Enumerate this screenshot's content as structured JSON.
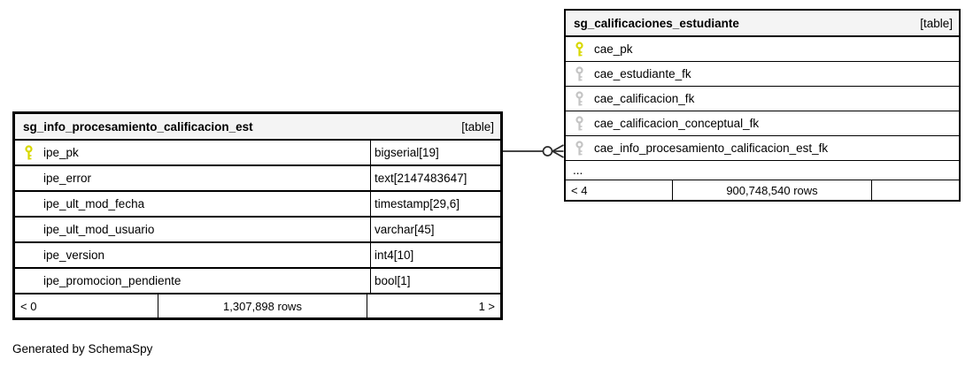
{
  "diagram": {
    "footer_note": "Generated by SchemaSpy"
  },
  "colors": {
    "primary_key": "#d8d800",
    "foreign_key": "#c4c4c4",
    "header_bg": "#f4f4f4",
    "border": "#000000",
    "relation_line": "#2b2b2b"
  },
  "tables": {
    "left": {
      "title": "sg_info_procesamiento_calificacion_est",
      "badge": "[table]",
      "columns": [
        {
          "name": "ipe_pk",
          "type": "bigserial[19]",
          "key": "primary"
        },
        {
          "name": "ipe_error",
          "type": "text[2147483647]",
          "key": "none"
        },
        {
          "name": "ipe_ult_mod_fecha",
          "type": "timestamp[29,6]",
          "key": "none"
        },
        {
          "name": "ipe_ult_mod_usuario",
          "type": "varchar[45]",
          "key": "none"
        },
        {
          "name": "ipe_version",
          "type": "int4[10]",
          "key": "none"
        },
        {
          "name": "ipe_promocion_pendiente",
          "type": "bool[1]",
          "key": "none"
        }
      ],
      "footer": {
        "left": "< 0",
        "center": "1,307,898 rows",
        "right": "1 >"
      }
    },
    "right": {
      "title": "sg_calificaciones_estudiante",
      "badge": "[table]",
      "columns": [
        {
          "name": "cae_pk",
          "key": "primary"
        },
        {
          "name": "cae_estudiante_fk",
          "key": "foreign"
        },
        {
          "name": "cae_calificacion_fk",
          "key": "foreign"
        },
        {
          "name": "cae_calificacion_conceptual_fk",
          "key": "foreign"
        },
        {
          "name": "cae_info_procesamiento_calificacion_est_fk",
          "key": "foreign"
        }
      ],
      "ellipsis": "...",
      "footer": {
        "left": "< 4",
        "center": "900,748,540 rows",
        "right": ""
      }
    }
  }
}
